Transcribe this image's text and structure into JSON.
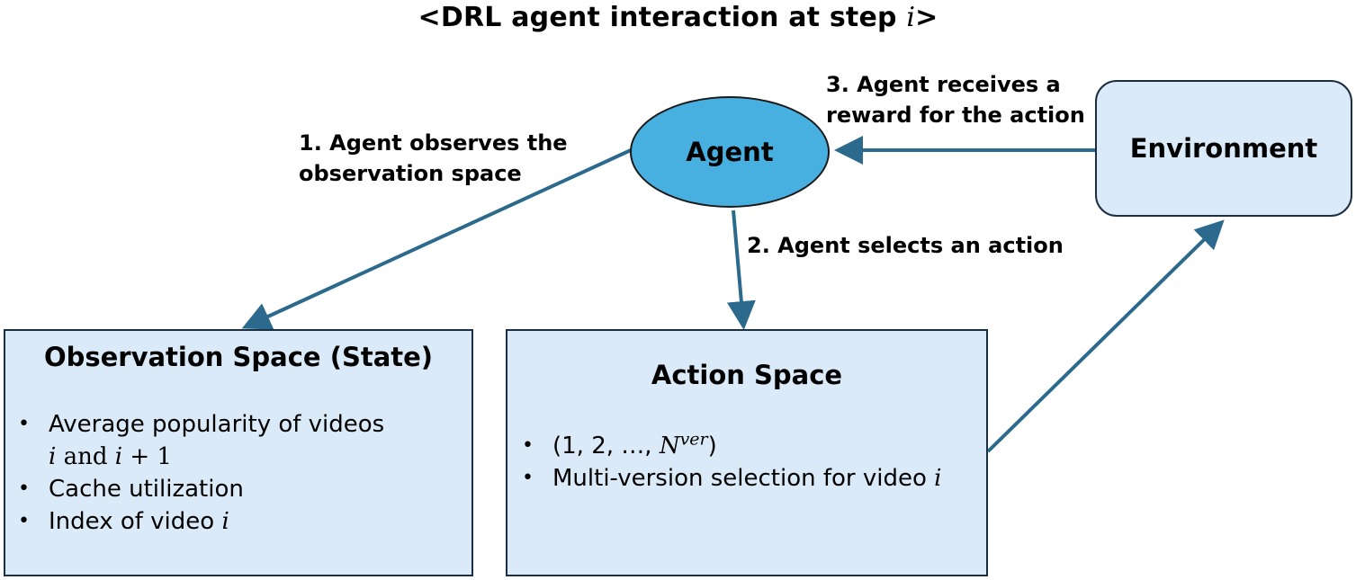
{
  "title": {
    "prefix": "<DRL agent interaction at step ",
    "var": "i",
    "suffix": ">"
  },
  "nodes": {
    "agent": "Agent",
    "environment": "Environment"
  },
  "edges": {
    "observe": {
      "line1": "1. Agent observes the",
      "line2": "observation space"
    },
    "select": {
      "line1": "2. Agent selects an action"
    },
    "reward": {
      "line1": "3. Agent receives a",
      "line2": "reward for the action"
    }
  },
  "observation_space": {
    "title": "Observation Space (State)",
    "items": [
      {
        "text": "Average popularity of videos"
      },
      {
        "var1": "i",
        "and": " and ",
        "var2": "i",
        "plus": " + 1"
      },
      {
        "text": "Cache utilization"
      },
      {
        "text": "Index of video ",
        "var": "i"
      }
    ]
  },
  "action_space": {
    "title": "Action Space",
    "items": [
      {
        "text": "(1, 2, …, ",
        "var": "N",
        "sup": "ver",
        "close": ")"
      },
      {
        "text": "Multi-version selection for video ",
        "var": "i"
      }
    ]
  },
  "colors": {
    "arrow": "#2b6a8c",
    "agent_fill": "#48b0e0",
    "box_fill": "#dbeaf8",
    "box_border": "#1b2f43"
  }
}
